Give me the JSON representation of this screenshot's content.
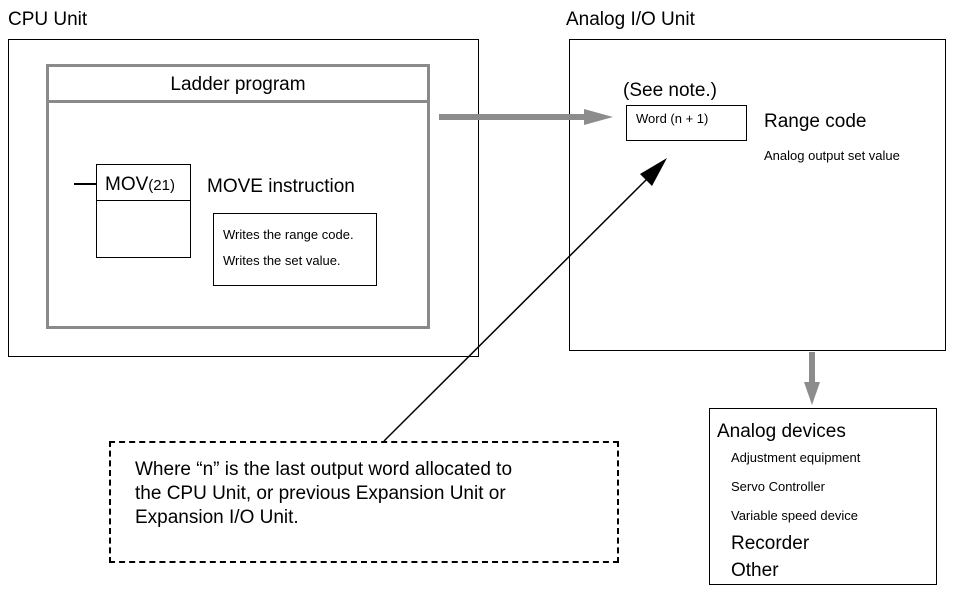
{
  "cpu_unit": {
    "title": "CPU Unit",
    "ladder": {
      "header": "Ladder program",
      "mov_label": "MOV",
      "mov_code": "(21)",
      "instruction_label": "MOVE instruction",
      "notes": [
        "Writes the range code.",
        "Writes the set value."
      ]
    }
  },
  "analog_io_unit": {
    "title": "Analog I/O Unit",
    "see_note": "(See note.)",
    "word_label": "Word (n + 1)",
    "range_code": "Range code",
    "set_value": "Analog output set value"
  },
  "analog_devices": {
    "title": "Analog devices",
    "items_small": [
      "Adjustment equipment",
      "Servo Controller",
      "Variable speed device"
    ],
    "items_large": [
      "Recorder",
      "Other"
    ]
  },
  "note_text": [
    "Where “n” is the last output word allocated to",
    "the CPU Unit, or previous Expansion Unit or",
    "Expansion I/O Unit."
  ],
  "colors": {
    "frame_gray": "#8a8a8a",
    "arrow_gray": "#8c8c8c",
    "line": "#000000"
  }
}
